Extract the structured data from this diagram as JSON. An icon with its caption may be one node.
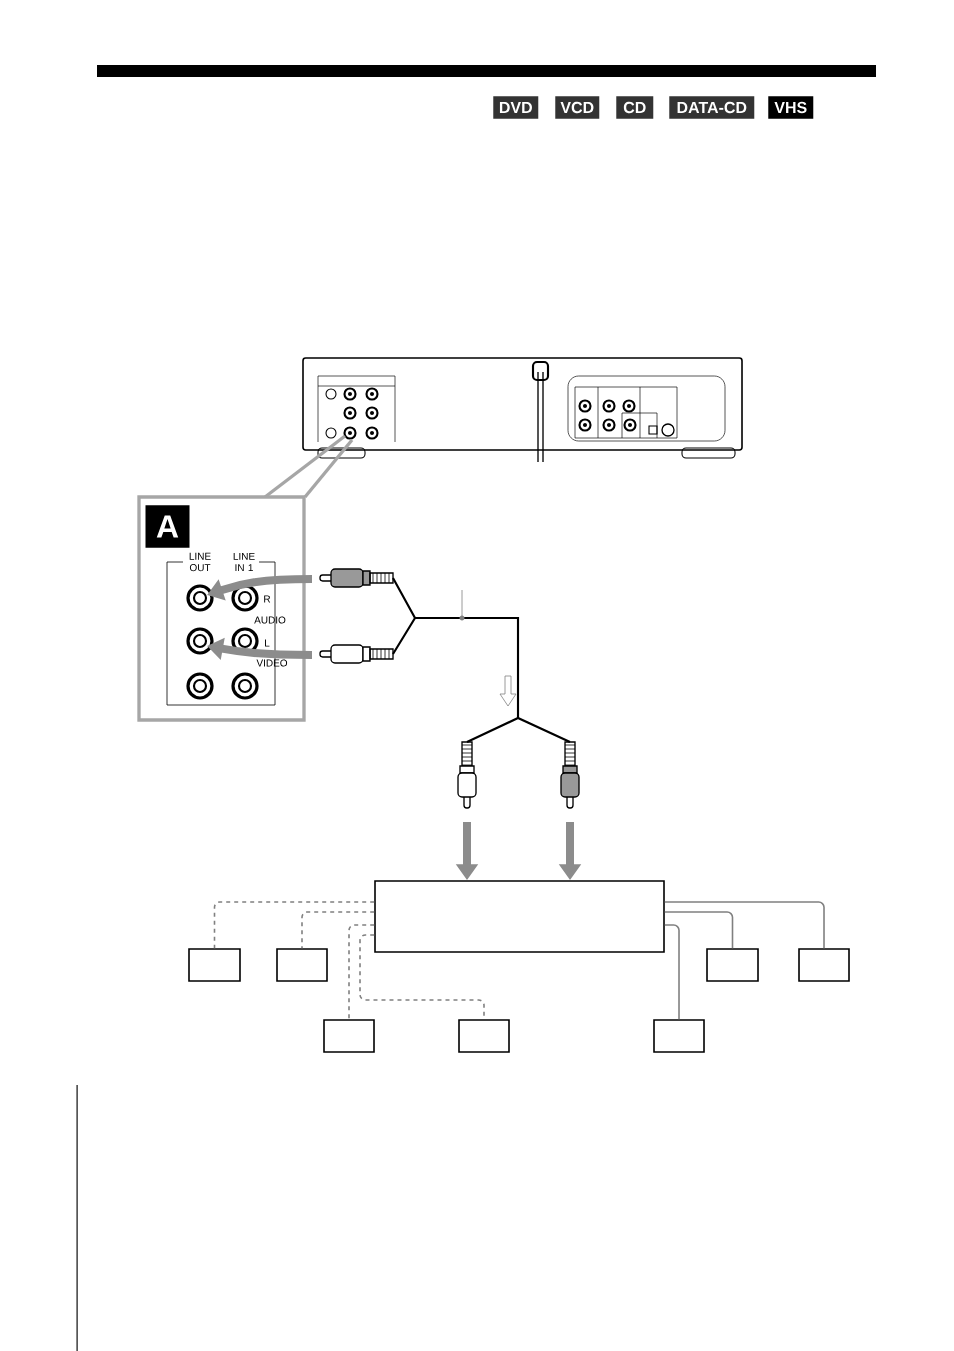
{
  "diagram": {
    "nodes": [
      {
        "text": [],
        "shape": "box"
      },
      {
        "text": [],
        "shape": "box"
      },
      {
        "text": [],
        "shape": "box"
      },
      {
        "text": [],
        "shape": "box"
      },
      {
        "text": [],
        "shape": "box"
      },
      {
        "text": [],
        "shape": "box"
      },
      {
        "text": [],
        "shape": "box"
      },
      {
        "text": [],
        "shape": "box"
      }
    ],
    "edges": [
      {
        "from": 0,
        "to": 1,
        "arrow": "none",
        "style": "dashed"
      },
      {
        "from": 0,
        "to": 2,
        "arrow": "none",
        "style": "dashed"
      },
      {
        "from": 0,
        "to": 5,
        "arrow": "none",
        "style": "dashed"
      },
      {
        "from": 0,
        "to": 6,
        "arrow": "none",
        "style": "dashed"
      },
      {
        "from": 0,
        "to": 4,
        "arrow": "none"
      },
      {
        "from": 0,
        "to": 3,
        "arrow": "none"
      },
      {
        "from": 0,
        "to": 7,
        "arrow": "none"
      },
      {
        "from": null,
        "to": 0,
        "arrow": "to",
        "style": "thick"
      },
      {
        "from": null,
        "to": 0,
        "arrow": "to",
        "style": "thick"
      }
    ],
    "labels": [
      "DVD",
      "VCD",
      "CD",
      "DATA-CD",
      "VHS",
      "A",
      "LINE OUT",
      "LINE IN 1",
      "R",
      "AUDIO",
      "L",
      "VIDEO"
    ]
  }
}
